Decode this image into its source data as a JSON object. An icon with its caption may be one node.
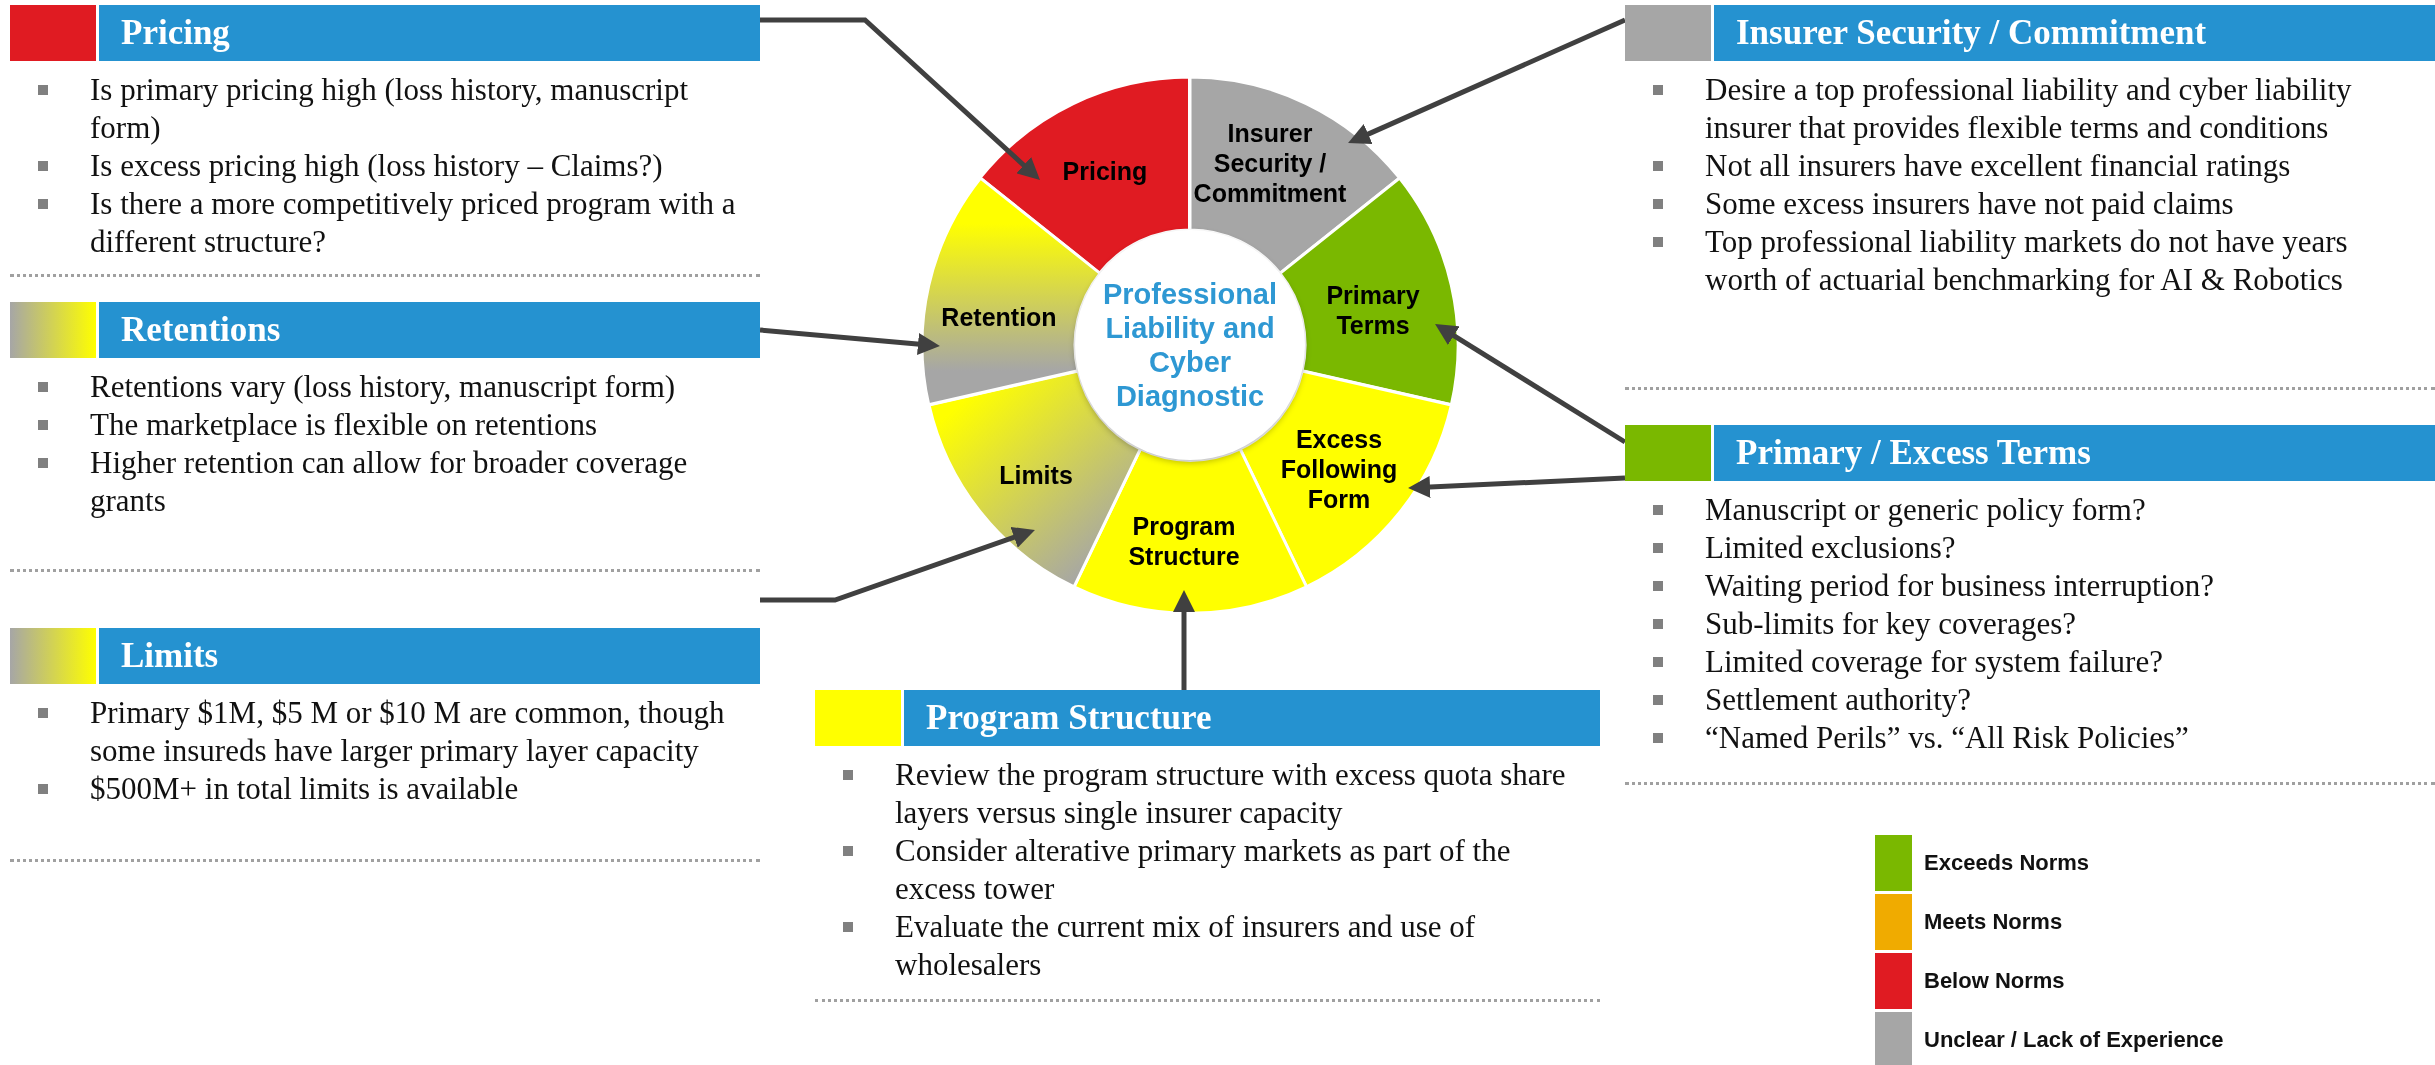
{
  "diagram": {
    "nodes": [
      {
        "text": [
          "Pricing",
          "Is primary pricing high (loss history, manuscript form)",
          "Is excess pricing high (loss history – Claims?)",
          "Is there a more competitively priced program with a different structure?"
        ]
      },
      {
        "text": [
          "Retentions",
          "Retentions vary (loss history, manuscript form)",
          "The marketplace is flexible on retentions",
          "Higher retention can allow for  broader coverage grants"
        ]
      },
      {
        "text": [
          "Limits",
          "Primary $1M, $5 M or $10 M are common, though some insureds have larger primary layer capacity",
          "$500M+ in total limits is available"
        ]
      },
      {
        "text": [
          "Insurer Security / Commitment",
          "Desire a top professional liability and cyber liability insurer that provides flexible terms and conditions",
          "Not all insurers have excellent financial ratings",
          "Some excess insurers have not paid claims",
          "Top professional liability markets do not have years worth of actuarial benchmarking for AI & Robotics"
        ]
      },
      {
        "text": [
          "Primary / Excess Terms",
          "Manuscript or generic policy form?",
          "Limited exclusions?",
          "Waiting period for business interruption?",
          "Sub-limits for key coverages?",
          "Limited coverage for system failure?",
          "Settlement authority?",
          "“Named Perils” vs. “All Risk Policies”"
        ]
      },
      {
        "text": [
          "Program Structure",
          "Review the program structure with excess quota share layers versus single insurer capacity",
          "Consider alterative primary markets as part of the excess tower",
          "Evaluate the current mix of insurers and use of wholesalers"
        ]
      },
      {
        "text": [
          "Professional Liability and Cyber Diagnostic"
        ]
      },
      {
        "text": [
          "Pricing"
        ]
      },
      {
        "text": [
          "Insurer Security / Commitment"
        ]
      },
      {
        "text": [
          "Primary Terms"
        ]
      },
      {
        "text": [
          "Excess Following Form"
        ]
      },
      {
        "text": [
          "Program Structure"
        ]
      },
      {
        "text": [
          "Limits"
        ]
      },
      {
        "text": [
          "Retention"
        ]
      }
    ],
    "edges": [
      {
        "from": 0,
        "to": 7,
        "arrow": "to"
      },
      {
        "from": 3,
        "to": 8,
        "arrow": "to"
      },
      {
        "from": 1,
        "to": 13,
        "arrow": "to"
      },
      {
        "from": 4,
        "to": 9,
        "arrow": "to"
      },
      {
        "from": 4,
        "to": 10,
        "arrow": "to"
      },
      {
        "from": 2,
        "to": 12,
        "arrow": "to"
      },
      {
        "from": 5,
        "to": 11,
        "arrow": "to"
      }
    ],
    "legend": [
      {
        "text": "Exceeds Norms",
        "color": "#7ab800"
      },
      {
        "text": "Meets Norms",
        "color": "#f0ab00"
      },
      {
        "text": "Below Norms",
        "color": "#e01b22"
      },
      {
        "text": "Unclear / Lack of Experience",
        "color": "#a6a6a6"
      }
    ]
  }
}
